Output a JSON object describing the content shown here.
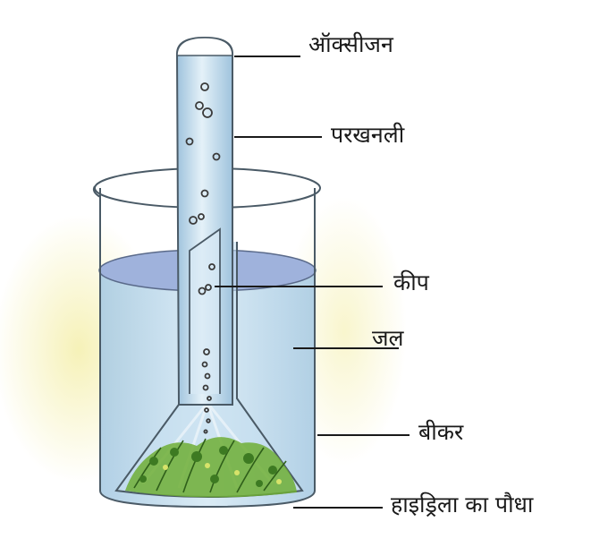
{
  "labels": {
    "oxygen": "ऑक्सीजन",
    "test_tube": "परखनली",
    "funnel": "कीप",
    "water": "जल",
    "beaker": "बीकर",
    "hydrilla": "हाइड्रिला का पौधा"
  },
  "colors": {
    "water": "#bcd8ea",
    "water_surface": "#9fb2dc",
    "glass_outline": "#4a5a66",
    "plant": "#5d9b2c",
    "wash": "#f3efb6"
  }
}
